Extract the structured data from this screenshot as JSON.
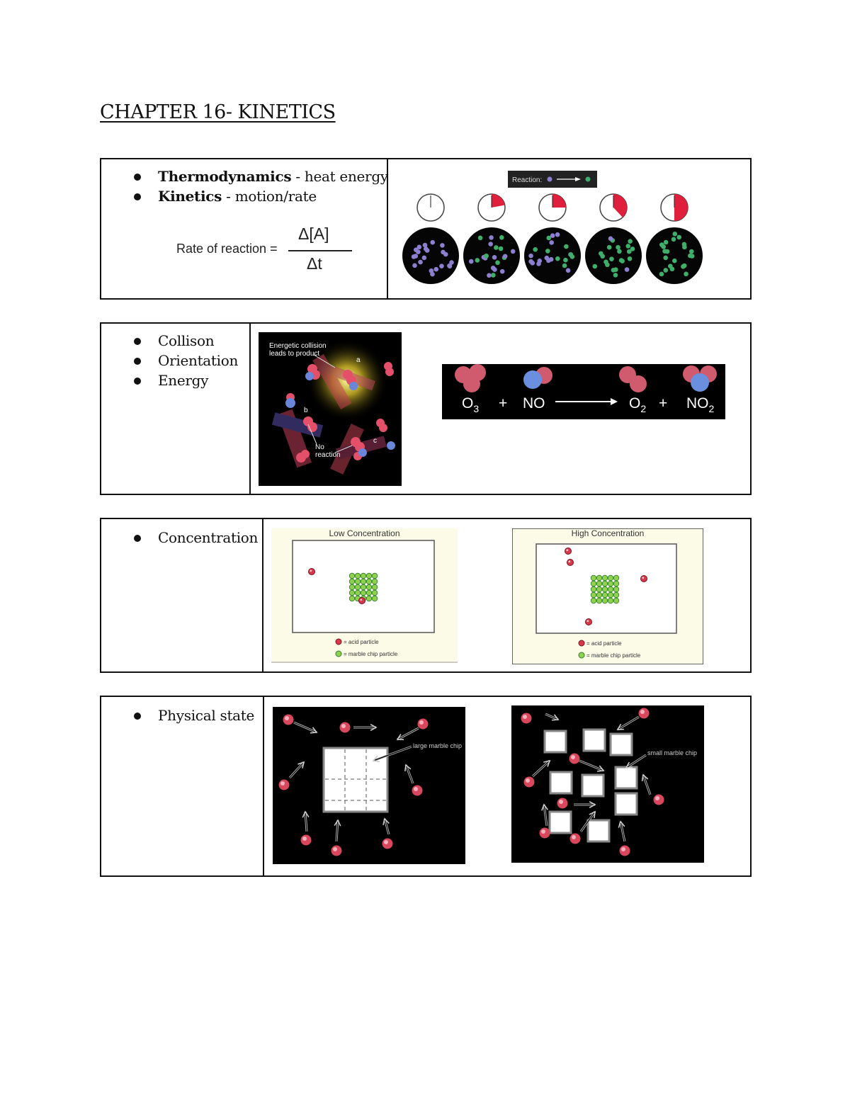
{
  "page": {
    "title": "CHAPTER 16- KINETICS"
  },
  "section1": {
    "bullets": [
      {
        "term": "Thermodynamics",
        "desc": " - heat energy"
      },
      {
        "term": "Kinetics",
        "desc": " - motion/rate"
      }
    ],
    "formula": {
      "label": "Rate of reaction =",
      "numerator": "Δ[A]",
      "denominator": "Δt"
    },
    "figure": {
      "legend_label": "Reaction:",
      "clock_progress": [
        0,
        0.22,
        0.25,
        0.38,
        0.5
      ]
    }
  },
  "section2": {
    "bullets": [
      "Collison",
      "Orientation",
      "Energy"
    ],
    "collision_figure": {
      "caption_top": "Energetic collision leads to product",
      "label_a": "a",
      "label_b": "b",
      "label_c": "c",
      "caption_bottom": "No reaction"
    },
    "equation": {
      "r1": "O",
      "r1_sub": "3",
      "plus1": "+",
      "r2": "NO",
      "p1": "O",
      "p1_sub": "2",
      "plus2": "+",
      "p2": "NO",
      "p2_sub": "2"
    }
  },
  "section3": {
    "bullets": [
      "Concentration"
    ],
    "low": {
      "title": "Low Concentration",
      "legend_acid": "= acid particle",
      "legend_marble": "= marble chip particle"
    },
    "high": {
      "title": "High Concentration",
      "legend_acid": "= acid particle",
      "legend_marble": "= marble chip particle"
    }
  },
  "section4": {
    "bullets": [
      "Physical state"
    ],
    "left_label": "large marble chip",
    "right_label": "small marble chip"
  },
  "colors": {
    "acid": "#d63a4a",
    "marble": "#8fd14f",
    "reactant": "#8d7fd0",
    "product": "#3fae6b",
    "clock_fill": "#e01f3d"
  }
}
